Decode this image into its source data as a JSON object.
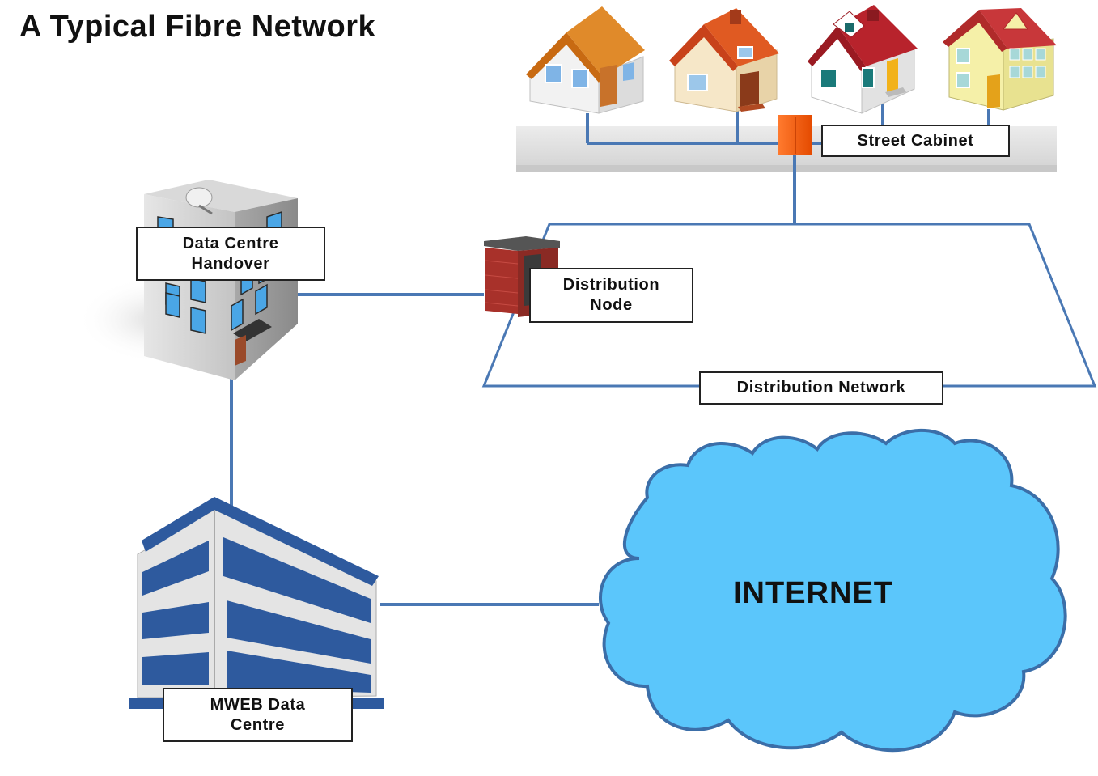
{
  "title": "A Typical Fibre Network",
  "labels": {
    "street_cabinet": "Street Cabinet",
    "data_centre_handover": [
      "Data Centre",
      "Handover"
    ],
    "distribution_node": [
      "Distribution",
      "Node"
    ],
    "distribution_network": "Distribution Network",
    "mweb_data_centre": [
      "MWEB Data",
      "Centre"
    ],
    "internet": "INTERNET"
  },
  "colors": {
    "connection_line": "#4a78b4",
    "cloud_fill": "#5bc6fb",
    "cloud_stroke": "#3b6ea8",
    "street_cabinet": "#ff5a0a",
    "building_blue": "#2e5a9e"
  }
}
